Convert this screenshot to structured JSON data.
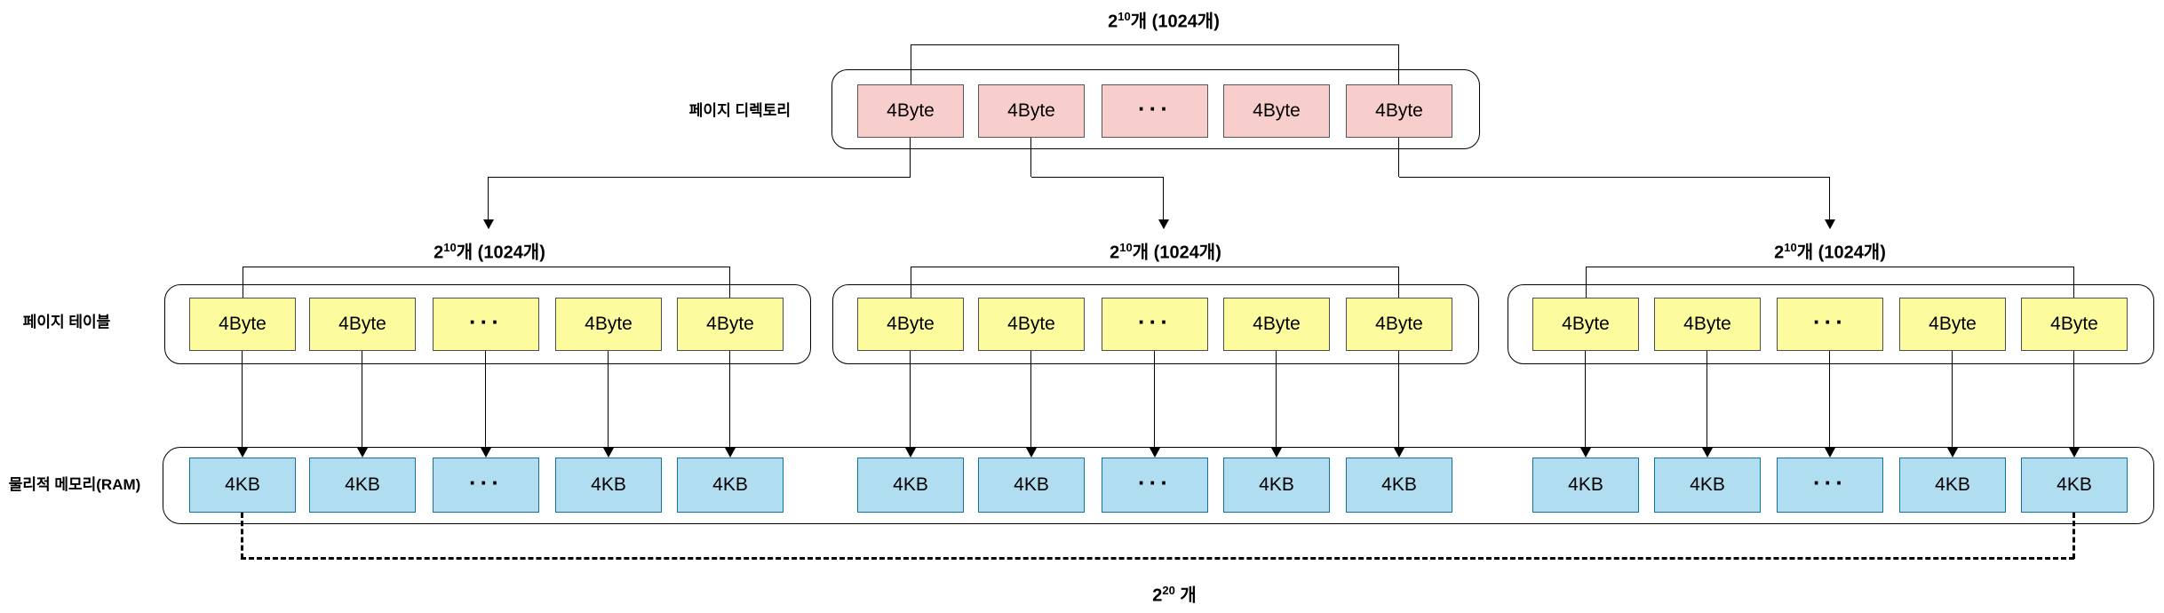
{
  "diagram_title": "two-level page table translation diagram",
  "row_labels": {
    "directory": "페이지 디렉토리",
    "table": "페이지 테이블",
    "memory": "물리적 메모리(RAM)"
  },
  "counts": {
    "per_level": {
      "base": "2",
      "exponent": "10",
      "suffix": "개 (1024개)"
    },
    "total": {
      "base": "2",
      "exponent": "20",
      "suffix": " 개"
    }
  },
  "cells": {
    "directory_entry_label": "4Byte",
    "table_entry_label": "4Byte",
    "frame_label": "4KB",
    "ellipsis": "···"
  },
  "structure": {
    "visible_entries_per_container": 5,
    "ellipsis_index": 2,
    "num_page_tables": 3,
    "num_frame_groups": 3,
    "directory_cells_linked_to_tables": [
      1,
      2,
      5
    ]
  },
  "colors": {
    "background": "#ffffff",
    "directory_cell_fill": "#f8cecc",
    "directory_cell_border": "#555555",
    "table_cell_fill": "#fcfc9e",
    "table_cell_border": "#4d4d4d",
    "frame_cell_fill": "#b1ddf0",
    "frame_cell_border": "#10739e",
    "line": "#000000"
  }
}
